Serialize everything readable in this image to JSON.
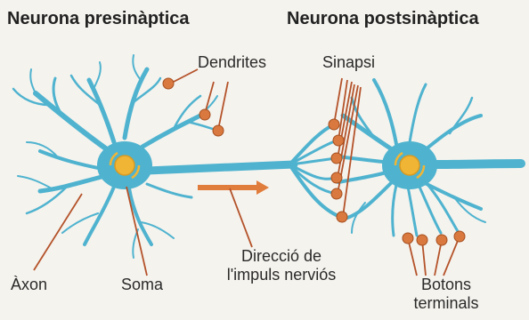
{
  "headings": {
    "presynaptic": "Neurona presinàptica",
    "postsynaptic": "Neurona postsinàptica"
  },
  "labels": {
    "dendrites": "Dendrites",
    "synapse": "Sinapsi",
    "axon": "Àxon",
    "soma": "Soma",
    "impulse_line1": "Direcció de",
    "impulse_line2": "l'impuls nerviós",
    "terminals_line1": "Botons",
    "terminals_line2": "terminals"
  },
  "colors": {
    "background": "#f5f3ee",
    "neuron_fill": "#4fb3cf",
    "neuron_stroke": "#2f8aa8",
    "nucleus": "#f0b535",
    "bouton": "#d9793f",
    "arrow": "#e07d3c",
    "leader_line": "#b4532a"
  }
}
